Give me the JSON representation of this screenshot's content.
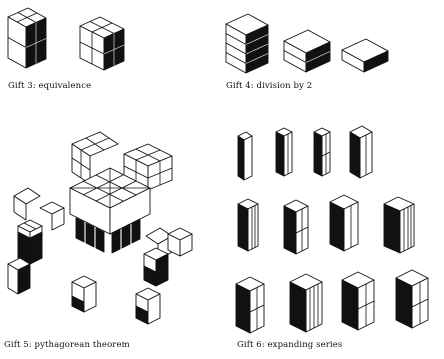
{
  "captions": {
    "gift3": "Gift 3:  equivalence",
    "gift4": "Gift 4:  division by 2",
    "gift5": "Gift 5:  pythagorean theorem",
    "gift6": "Gift 6:  expanding series"
  }
}
